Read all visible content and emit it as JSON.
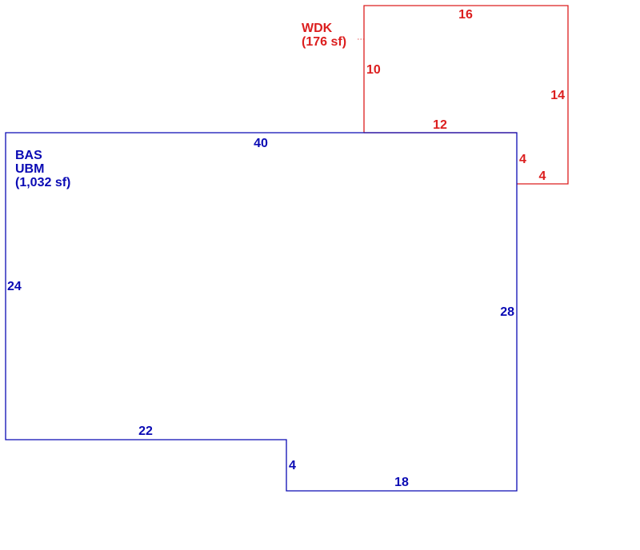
{
  "colors": {
    "main_area": "#0a0ab4",
    "deck_area": "#dc1e1e",
    "background": "#ffffff"
  },
  "areas": {
    "main": {
      "code": "BAS",
      "subcode": "UBM",
      "area_label": "(1,032 sf)",
      "dimensions": {
        "top": "40",
        "left": "24",
        "bottom_left": "22",
        "step": "4",
        "bottom_right": "18",
        "right": "28"
      }
    },
    "deck": {
      "code": "WDK",
      "area_label": "(176 sf)",
      "dimensions": {
        "top": "16",
        "left": "10",
        "bottom_left": "12",
        "right": "14",
        "bottom_right": "4",
        "step": "4"
      }
    }
  }
}
